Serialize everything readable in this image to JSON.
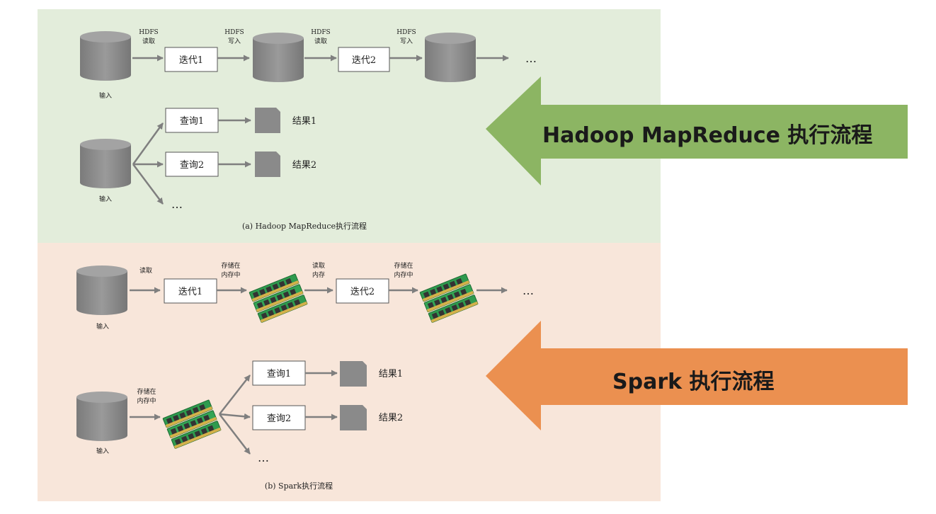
{
  "hadoop": {
    "callout": "Hadoop MapReduce 执行流程",
    "caption": "(a) Hadoop MapReduce执行流程",
    "input_label_1": "输入",
    "input_label_2": "输入",
    "hdfs_read_1": [
      "HDFS",
      "读取"
    ],
    "hdfs_write_1": [
      "HDFS",
      "写入"
    ],
    "hdfs_read_2": [
      "HDFS",
      "读取"
    ],
    "hdfs_write_2": [
      "HDFS",
      "写入"
    ],
    "iter1": "迭代1",
    "iter2": "迭代2",
    "query1": "查询1",
    "query2": "查询2",
    "result1": "结果1",
    "result2": "结果2",
    "ellipsis_row": "…",
    "ellipsis_branch": "…"
  },
  "spark": {
    "callout": "Spark 执行流程",
    "caption": "(b) Spark执行流程",
    "input_label_1": "输入",
    "input_label_2": "输入",
    "read_1": "读取",
    "store_1": [
      "存储在",
      "内存中"
    ],
    "read_mem": [
      "读取",
      "内存"
    ],
    "store_2": [
      "存储在",
      "内存中"
    ],
    "store_3": [
      "存储在",
      "内存中"
    ],
    "iter1": "迭代1",
    "iter2": "迭代2",
    "query1": "查询1",
    "query2": "查询2",
    "result1": "结果1",
    "result2": "结果2",
    "ellipsis_row": "…",
    "ellipsis_branch": "…"
  },
  "colors": {
    "hadoop_panel": "#e3eddb",
    "spark_panel": "#f8e6da",
    "hadoop_arrow": "#8cb563",
    "spark_arrow": "#eb9050",
    "cylinder": "#8a8a8a",
    "connector": "#7f7f7f",
    "memory_board": "#2f9a4e"
  }
}
